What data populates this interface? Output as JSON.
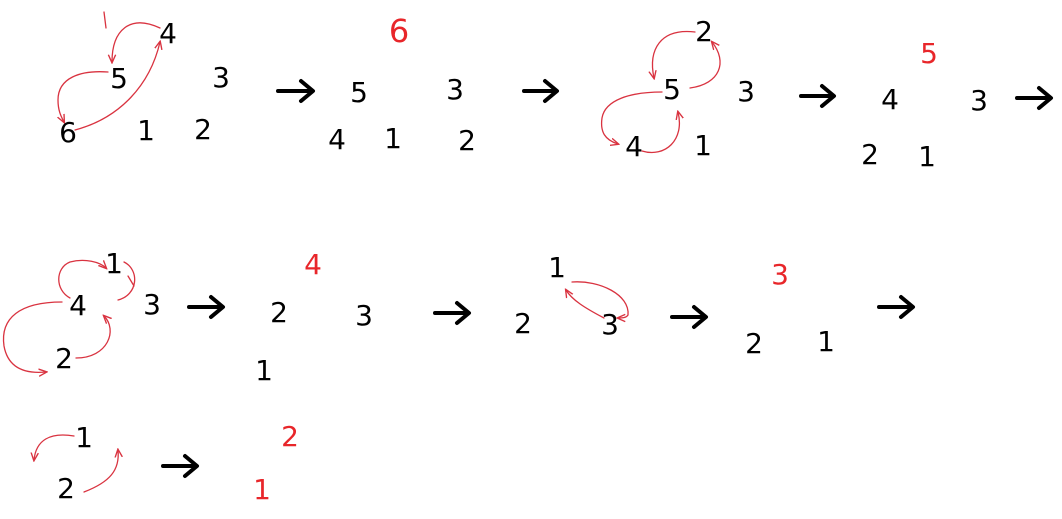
{
  "colors": {
    "text": "#000000",
    "removed": "#e8262a",
    "stroke": "#d93340",
    "arrow": "#000000"
  },
  "steps": [
    {
      "name": "step-1",
      "nodes": [
        "4",
        "5",
        "3",
        "6",
        "1",
        "2"
      ]
    },
    {
      "name": "step-2",
      "removed": "6",
      "nodes": [
        "5",
        "3",
        "4",
        "1",
        "2"
      ]
    },
    {
      "name": "step-3",
      "nodes": [
        "2",
        "5",
        "3",
        "4",
        "1"
      ]
    },
    {
      "name": "step-4",
      "removed": "5",
      "nodes": [
        "4",
        "3",
        "2",
        "1"
      ]
    },
    {
      "name": "step-5",
      "nodes": [
        "1",
        "4",
        "3",
        "2"
      ]
    },
    {
      "name": "step-6",
      "removed": "4",
      "nodes": [
        "2",
        "3",
        "1"
      ]
    },
    {
      "name": "step-7",
      "nodes": [
        "1",
        "2",
        "3"
      ]
    },
    {
      "name": "step-8",
      "removed": "3",
      "nodes": [
        "2",
        "1"
      ]
    },
    {
      "name": "step-9",
      "nodes": [
        "1",
        "2"
      ]
    },
    {
      "name": "step-10",
      "removed_list": [
        "2",
        "1"
      ]
    }
  ]
}
